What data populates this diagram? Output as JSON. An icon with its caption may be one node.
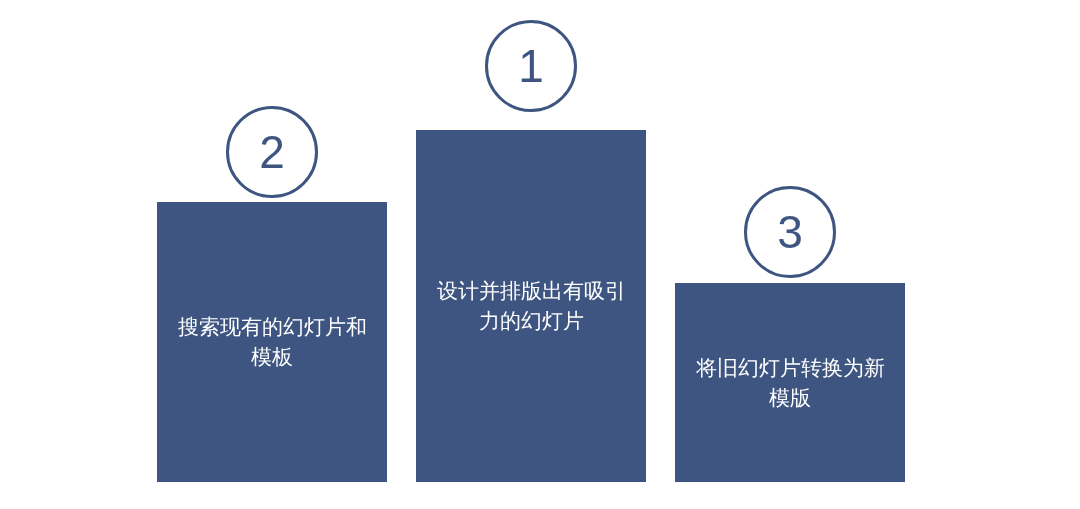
{
  "diagram": {
    "nodes": [
      {
        "text": [
          "2"
        ]
      },
      {
        "text": [
          "搜索现有的幻灯片和模板"
        ]
      },
      {
        "text": [
          "1"
        ]
      },
      {
        "text": [
          "设计并排版出有吸引力的幻灯片"
        ]
      },
      {
        "text": [
          "3"
        ]
      },
      {
        "text": [
          "将旧幻灯片转换为新模版"
        ]
      }
    ]
  }
}
